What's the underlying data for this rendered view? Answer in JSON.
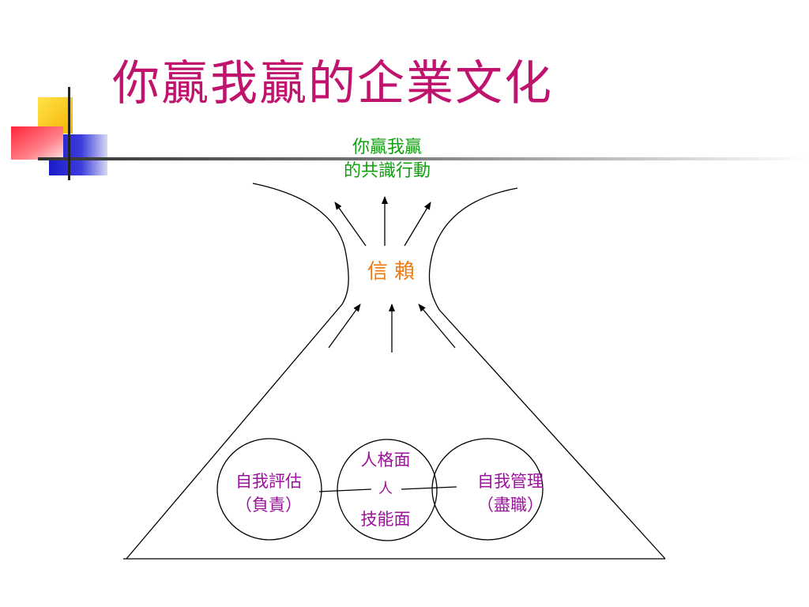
{
  "slide": {
    "title": "你贏我贏的企業文化"
  },
  "diagram": {
    "top_label": [
      "你贏我贏",
      "的共識行動"
    ],
    "trust_label": "信 賴",
    "left_circle": [
      "自我評估",
      "（負責）"
    ],
    "right_circle": [
      "自我管理",
      "（盡職）"
    ],
    "center_circle": {
      "top": "人格面",
      "center": "人",
      "bottom": "技能面"
    }
  },
  "colors": {
    "title": "#c0136e",
    "top_label": "#12a012",
    "trust_label": "#f07a10",
    "circle_text": "#9c119c",
    "deco_yellow": "#ffcc00",
    "deco_red": "#ff3344",
    "deco_blue": "#2a2ad0"
  }
}
